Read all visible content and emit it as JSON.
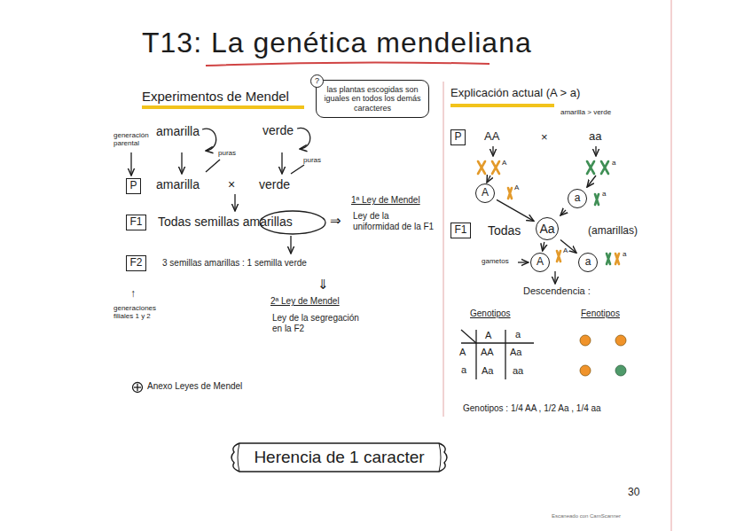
{
  "diagram": {
    "title": "T13: La genética mendeliana",
    "nodes": [
      {
        "text": [
          "?",
          "las plantas escogidas son iguales en todos los demás caracteres"
        ]
      },
      {
        "text": [
          "P"
        ]
      },
      {
        "text": [
          "F1"
        ]
      },
      {
        "text": [
          "F2"
        ]
      },
      {
        "text": [
          "P"
        ]
      },
      {
        "text": [
          "A"
        ]
      },
      {
        "text": [
          "a"
        ]
      },
      {
        "text": [
          "F1"
        ]
      },
      {
        "text": [
          "Aa"
        ]
      },
      {
        "text": [
          "A"
        ]
      },
      {
        "text": [
          "a"
        ]
      },
      {
        "text": [
          "Herencia de 1 caracter"
        ]
      }
    ],
    "edges": [
      {
        "from": 5,
        "to": 8,
        "arrow": "to"
      },
      {
        "from": 6,
        "to": 8,
        "arrow": "to"
      },
      {
        "from": 8,
        "to": 9,
        "arrow": "to"
      },
      {
        "from": 8,
        "to": 10,
        "arrow": "to"
      }
    ],
    "labels": [
      "Experimentos de Mendel",
      "generación parental",
      "amarilla",
      "verde",
      "puras",
      "puras",
      "amarilla",
      "×",
      "verde",
      "Todas semillas amarillas",
      "⇒",
      "1ª Ley de Mendel",
      "Ley de la uniformidad de la F1",
      "3 semillas amarillas : 1 semilla verde",
      "↑",
      "generaciones filiales 1 y 2",
      "⇓",
      "2ª Ley de Mendel",
      "Ley de la segregación en la F2",
      "Anexo Leyes de Mendel",
      "Explicación actual (A > a)",
      "amarilla > verde",
      "AA",
      "×",
      "aa",
      "A",
      "a",
      "A",
      "a",
      "Todas",
      "(amarillas)",
      "gametos",
      "A",
      "a",
      "Descendencia :",
      "Genotipos",
      "Fenotipos",
      "A",
      "a",
      "A",
      "AA",
      "Aa",
      "a",
      "Aa",
      "aa",
      "Genotipos : 1/4 AA , 1/2 Aa , 1/4 aa",
      "30",
      "Escaneado con CamScanner"
    ]
  }
}
